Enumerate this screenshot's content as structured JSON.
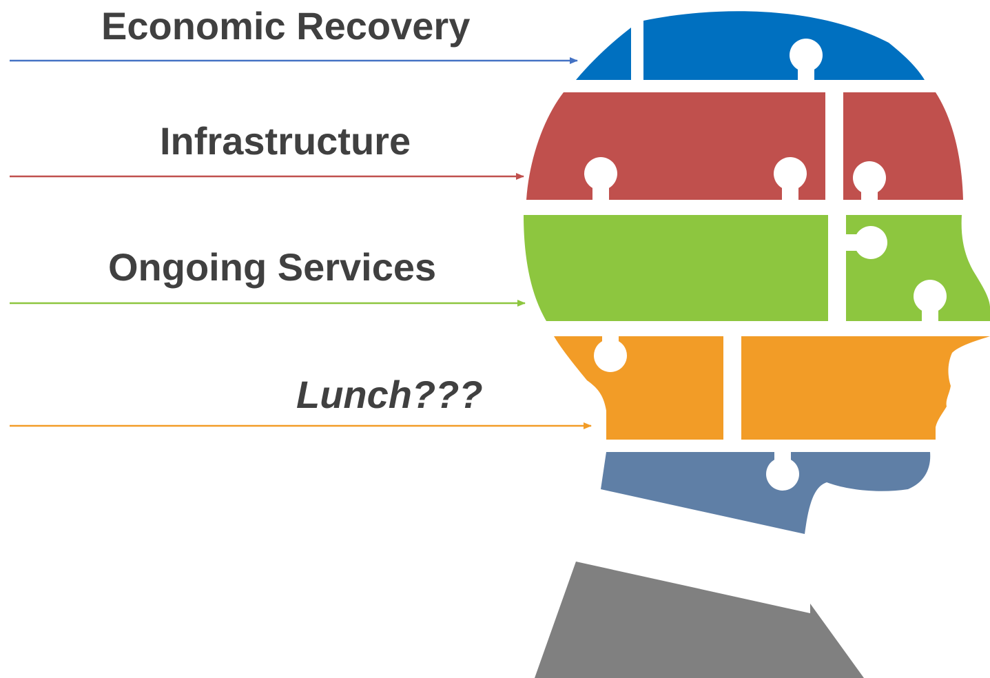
{
  "labels": {
    "economic_recovery": "Economic Recovery",
    "infrastructure": "Infrastructure",
    "ongoing_services": "Ongoing Services",
    "lunch": "Lunch???"
  },
  "colors": {
    "economic_recovery": "#0070c0",
    "infrastructure": "#c0504d",
    "ongoing_services": "#8dc63f",
    "lunch": "#f29c27",
    "jaw": "#5f7fa6",
    "neck": "#808080",
    "label_text": "#404040"
  }
}
